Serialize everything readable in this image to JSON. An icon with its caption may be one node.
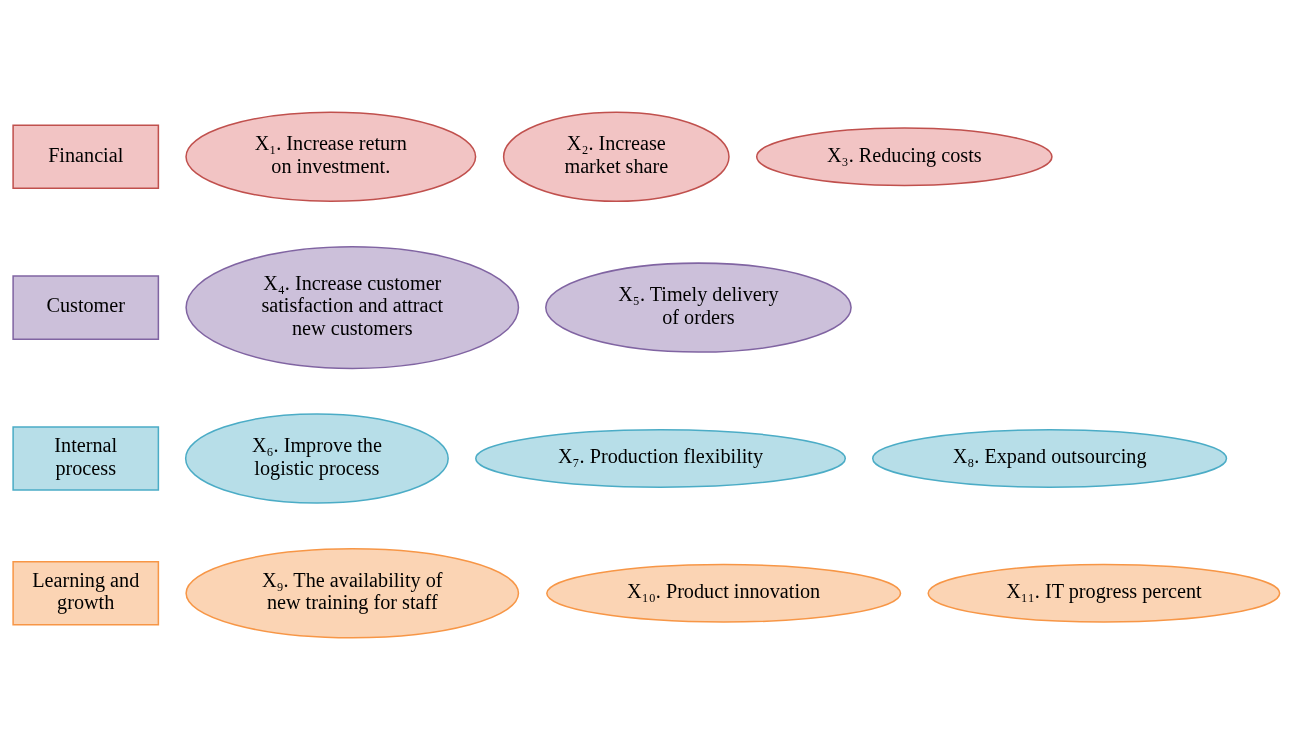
{
  "diagram": {
    "nodes": [
      {
        "text": [
          "Financial"
        ]
      },
      {
        "text": [
          "X₁. Increase return on investment."
        ]
      },
      {
        "text": [
          "X₂. Increase market share"
        ]
      },
      {
        "text": [
          "X₃. Reducing costs"
        ]
      },
      {
        "text": [
          "Customer"
        ]
      },
      {
        "text": [
          "X₄. Increase customer satisfaction and attract new customers"
        ]
      },
      {
        "text": [
          "X₅. Timely delivery of orders"
        ]
      },
      {
        "text": [
          "Internal process"
        ]
      },
      {
        "text": [
          "X₆. Improve the logistic process"
        ]
      },
      {
        "text": [
          "X₇. Production flexibility"
        ]
      },
      {
        "text": [
          "X₈. Expand outsourcing"
        ]
      },
      {
        "text": [
          "Learning and growth"
        ]
      },
      {
        "text": [
          "X₉. The availability of new training for staff"
        ]
      },
      {
        "text": [
          "X₁₀. Product innovation"
        ]
      },
      {
        "text": [
          "X₁₁. IT progress percent"
        ]
      }
    ]
  }
}
